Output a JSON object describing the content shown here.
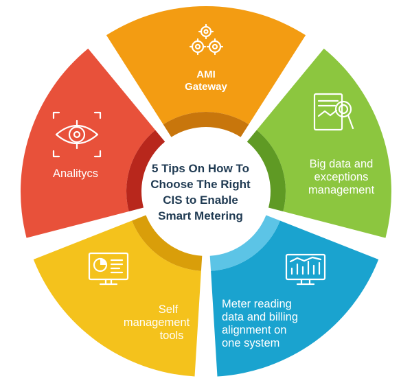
{
  "title_lines": [
    "5 Tips On How To",
    "Choose The Right",
    "CIS to Enable",
    "Smart Metering"
  ],
  "segments": [
    {
      "id": "ami",
      "label_lines": [
        "AMI",
        "Gateway"
      ],
      "color": "#f39c12",
      "shade": "#c8760c",
      "icon": "gears-icon"
    },
    {
      "id": "bigdata",
      "label_lines": [
        "Big data and",
        "exceptions",
        "management"
      ],
      "color": "#8cc63f",
      "shade": "#5f9a24",
      "icon": "report-magnifier-icon"
    },
    {
      "id": "meter",
      "label_lines": [
        "Meter reading",
        "data and billing",
        "alignment on",
        "one system"
      ],
      "color": "#1aa3cf",
      "shade": "#5cc4e6",
      "icon": "analytics-monitor-icon"
    },
    {
      "id": "self",
      "label_lines": [
        "Self",
        "management",
        "tools"
      ],
      "color": "#f4c21c",
      "shade": "#d99e0a",
      "icon": "dashboard-monitor-icon"
    },
    {
      "id": "analytics",
      "label_lines": [
        "Analitycs"
      ],
      "color": "#e8513a",
      "shade": "#b8271c",
      "icon": "eye-scan-icon"
    }
  ]
}
